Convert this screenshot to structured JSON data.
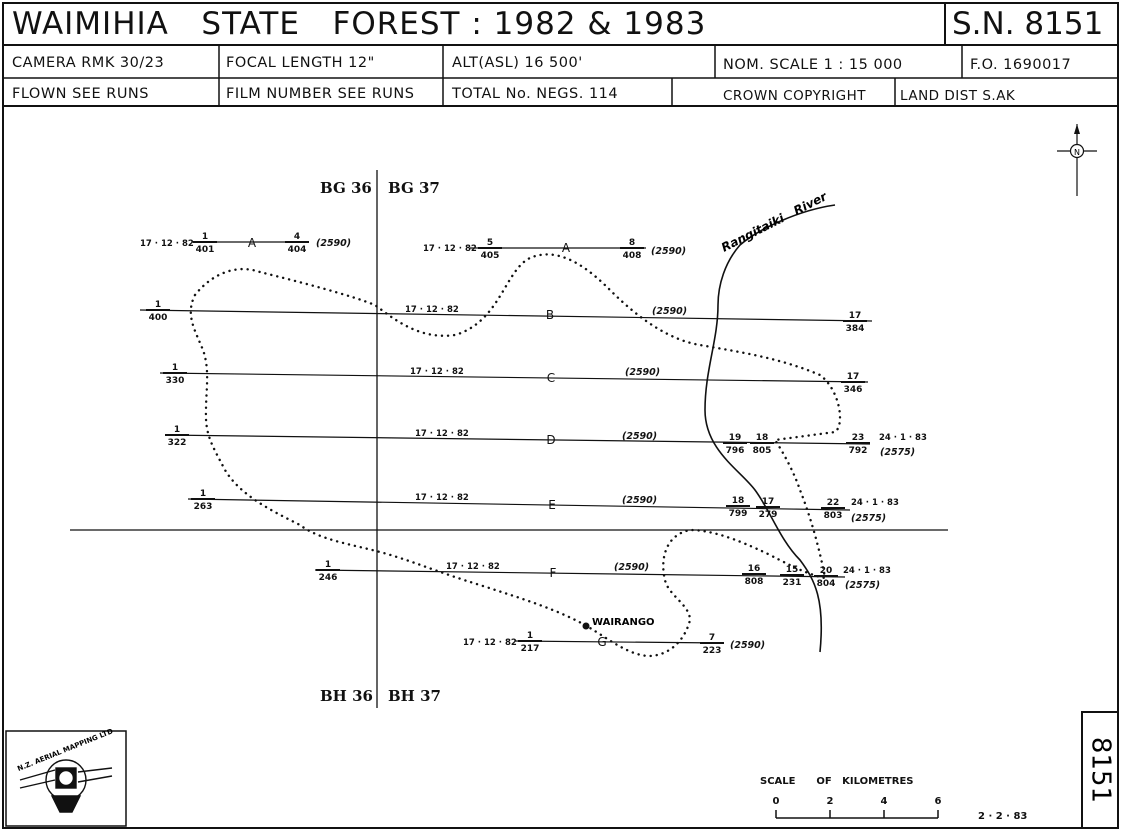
{
  "header": {
    "title": "WAIMIHIA   STATE   FOREST : 1982 & 1983",
    "sheet_no": "S.N. 8151",
    "camera": "CAMERA  RMK 30/23",
    "focal_length": "FOCAL LENGTH     12\"",
    "altitude": "ALT(ASL)    16 500'",
    "nominal_scale": "NOM.  SCALE  1 : 15 000",
    "fo": "F.O.  1690017",
    "flown": "FLOWN  SEE  RUNS",
    "film_number": "FILM NUMBER  SEE  RUNS",
    "total_negs": "TOTAL  No.  NEGS.     114",
    "copyright": "CROWN     COPYRIGHT",
    "land_dist": "LAND  DIST     S.AK"
  },
  "grid_labels": {
    "bg36": "BG 36",
    "bg37": "BG 37",
    "bh36": "BH 36",
    "bh37": "BH 37"
  },
  "north_label": "N",
  "river_label": "Rangitaiki   River",
  "place_label": "WAIRANGO",
  "runs": [
    {
      "id": "A",
      "date": "17 · 12 · 82",
      "start_top": "1",
      "start_bottom": "401",
      "end_top": "4",
      "end_bottom": "404",
      "alt": "(2590)"
    },
    {
      "id": "A",
      "date": "17 · 12 · 82",
      "start_top": "5",
      "start_bottom": "405",
      "end_top": "8",
      "end_bottom": "408",
      "alt": "(2590)"
    },
    {
      "id": "B",
      "date": "17 · 12 · 82",
      "start_top": "1",
      "start_bottom": "400",
      "end_top": "17",
      "end_bottom": "384",
      "alt": "(2590)"
    },
    {
      "id": "C",
      "date": "17 · 12 · 82",
      "start_top": "1",
      "start_bottom": "330",
      "end_top": "17",
      "end_bottom": "346",
      "alt": "(2590)"
    },
    {
      "id": "D",
      "date": "17 · 12 · 82",
      "start_top": "1",
      "start_bottom": "322",
      "end_top": "19",
      "end_bottom": "796",
      "alt": "(2590)",
      "ext_top": "18",
      "ext_bottom": "805",
      "ext_end_top": "23",
      "ext_end_bottom": "792",
      "ext_date": "24 · 1 · 83",
      "ext_alt": "(2575)"
    },
    {
      "id": "E",
      "date": "17 · 12 · 82",
      "start_top": "1",
      "start_bottom": "263",
      "end_top": "18",
      "end_bottom": "799",
      "alt": "(2590)",
      "ext_top": "17",
      "ext_bottom": "279",
      "ext_end_top": "22",
      "ext_end_bottom": "803",
      "ext_date": "24 · 1 · 83",
      "ext_alt": "(2575)"
    },
    {
      "id": "F",
      "date": "17 · 12 · 82",
      "start_top": "1",
      "start_bottom": "246",
      "end_top": "16",
      "end_bottom": "808",
      "alt": "(2590)",
      "ext_top": "15",
      "ext_bottom": "231",
      "ext_end_top": "20",
      "ext_end_bottom": "804",
      "ext_date": "24 · 1 · 83",
      "ext_alt": "(2575)"
    },
    {
      "id": "G",
      "date": "17 · 12 · 82",
      "start_top": "1",
      "start_bottom": "217",
      "end_top": "7",
      "end_bottom": "223",
      "alt": "(2590)"
    }
  ],
  "scale_bar": {
    "title": "SCALE      OF   KILOMETRES",
    "ticks": [
      "0",
      "2",
      "4",
      "6"
    ]
  },
  "date_stamp": "2 · 2 · 83",
  "side_number": "8151",
  "logo_text": "N.Z. AERIAL MAPPING LTD"
}
